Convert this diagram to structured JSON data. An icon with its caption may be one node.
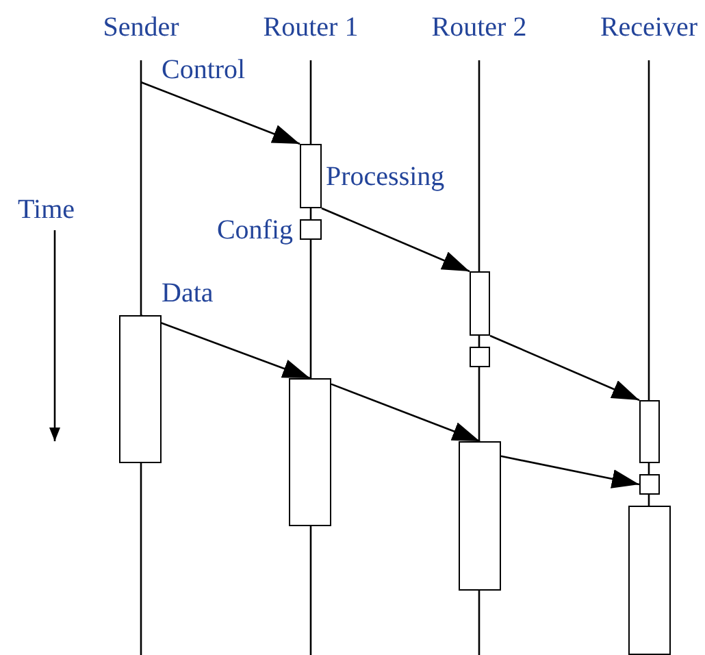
{
  "diagram": {
    "nodes": [
      {
        "text": [
          "Sender"
        ]
      },
      {
        "text": [
          "Router 1"
        ]
      },
      {
        "text": [
          "Router 2"
        ]
      },
      {
        "text": [
          "Receiver"
        ]
      },
      {
        "text": [],
        "shape": "box",
        "beside": [
          "Processing"
        ]
      },
      {
        "text": [],
        "shape": "box",
        "beside": [
          "Config"
        ]
      },
      {
        "text": [],
        "shape": "box"
      },
      {
        "text": [],
        "shape": "box"
      },
      {
        "text": [],
        "shape": "box"
      },
      {
        "text": [],
        "shape": "box"
      },
      {
        "text": [],
        "shape": "box"
      },
      {
        "text": [],
        "shape": "box"
      },
      {
        "text": [],
        "shape": "box"
      },
      {
        "text": [],
        "shape": "box"
      }
    ],
    "edges": [
      {
        "from": null,
        "to": 4,
        "arrow": "to",
        "label": "Control"
      },
      {
        "from": 4,
        "to": 6,
        "arrow": "to"
      },
      {
        "from": 6,
        "to": 8,
        "arrow": "to"
      },
      {
        "from": 10,
        "to": 11,
        "arrow": "to",
        "label": "Data"
      },
      {
        "from": 11,
        "to": 12,
        "arrow": "to"
      },
      {
        "from": 12,
        "to": 9,
        "arrow": "to"
      }
    ],
    "labels": [
      "Time"
    ]
  }
}
